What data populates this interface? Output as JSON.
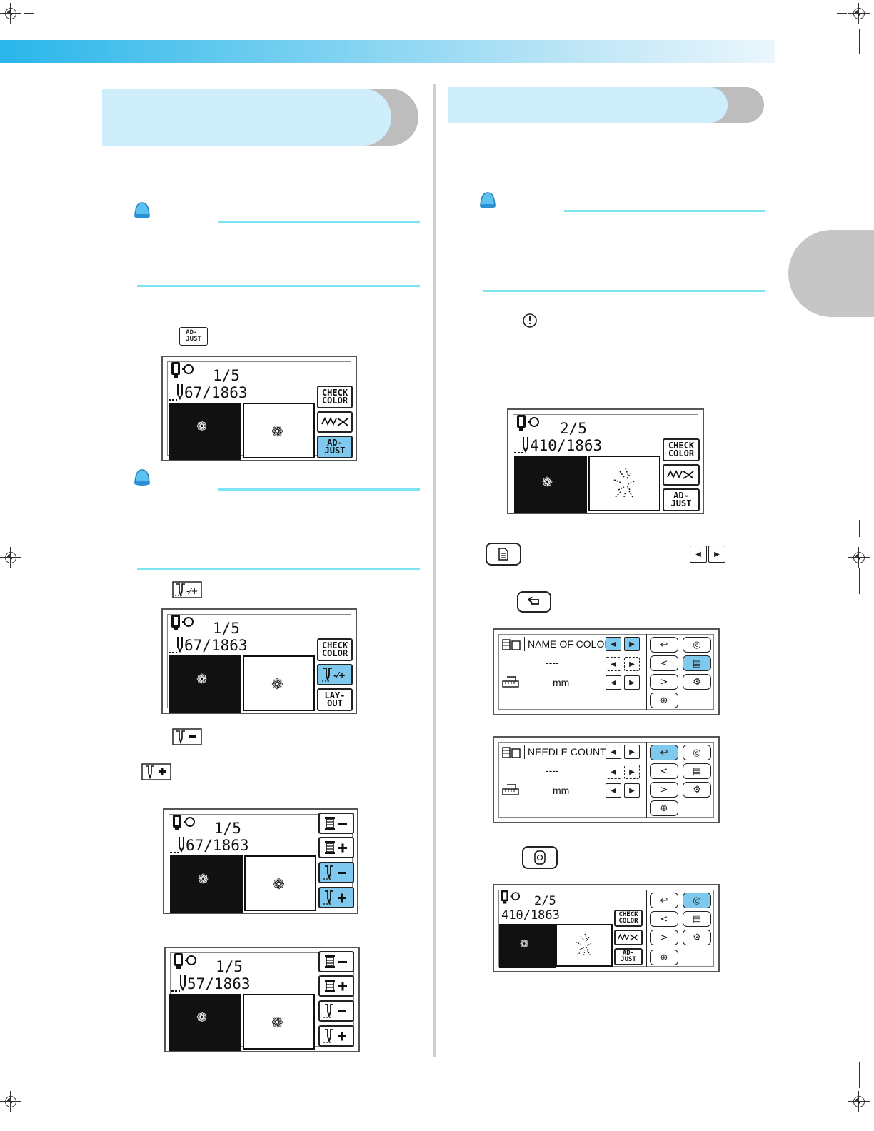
{
  "left_screens": [
    {
      "counter": "1/5",
      "stitches": "67/1863",
      "buttons": [
        "CHECK\nCOLOR",
        "",
        "AD-\nJUST"
      ],
      "button_icons": [
        "check-color",
        "thread-trim",
        "adjust"
      ],
      "active": [
        2
      ]
    },
    {
      "counter": "1/5",
      "stitches": "67/1863",
      "buttons": [
        "CHECK\nCOLOR",
        "",
        "LAY-\nOUT"
      ],
      "button_icons": [
        "check-color",
        "needle-jump",
        "layout"
      ],
      "active": [
        1
      ]
    },
    {
      "counter": "1/5",
      "stitches": "67/1863",
      "buttons": [
        "",
        "",
        "",
        ""
      ],
      "button_icons": [
        "color-minus",
        "color-plus",
        "needle-minus",
        "needle-plus"
      ],
      "active": [
        2,
        3
      ]
    },
    {
      "counter": "1/5",
      "stitches": "57/1863",
      "buttons": [
        "",
        "",
        "",
        ""
      ],
      "button_icons": [
        "color-minus",
        "color-plus",
        "needle-minus",
        "needle-plus"
      ],
      "active": []
    }
  ],
  "right_screen": {
    "counter": "2/5",
    "stitches": "410/1863",
    "buttons": [
      "CHECK\nCOLOR",
      "",
      "AD-\nJUST"
    ]
  },
  "info_panels": [
    {
      "label": "NAME OF COLOR",
      "value": "----",
      "unit": "mm",
      "active_pill": "page"
    },
    {
      "label": "NEEDLE COUNT",
      "value": "----",
      "unit": "mm",
      "active_pill": "back"
    }
  ],
  "small_screen": {
    "counter": "2/5",
    "stitches": "410/1863",
    "buttons": [
      "CHECK\nCOLOR",
      "",
      "AD-\nJUST"
    ]
  },
  "inline_icons": {
    "adjust": "AD-\nJUST"
  }
}
